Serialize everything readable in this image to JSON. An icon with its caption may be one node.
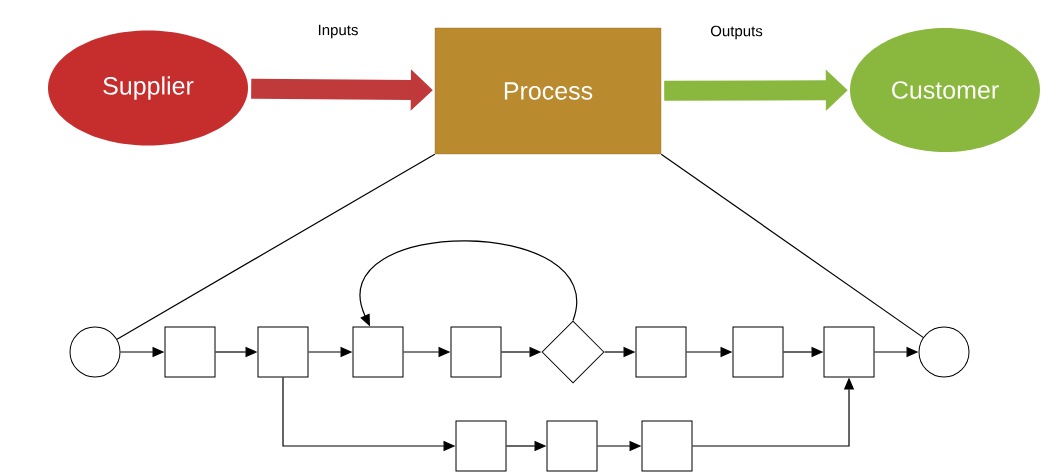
{
  "diagram": {
    "nodes": [
      {
        "text": [
          "Supplier"
        ]
      },
      {
        "text": [
          "Process"
        ]
      },
      {
        "text": [
          "Customer"
        ]
      },
      {
        "text": [],
        "shape": "circle"
      },
      {
        "text": [],
        "shape": "box"
      },
      {
        "text": [],
        "shape": "box"
      },
      {
        "text": [],
        "shape": "box"
      },
      {
        "text": [],
        "shape": "box"
      },
      {
        "text": [],
        "shape": "diamond"
      },
      {
        "text": [],
        "shape": "box"
      },
      {
        "text": [],
        "shape": "box"
      },
      {
        "text": [],
        "shape": "box"
      },
      {
        "text": [],
        "shape": "circle"
      },
      {
        "text": [],
        "shape": "box"
      },
      {
        "text": [],
        "shape": "box"
      },
      {
        "text": [],
        "shape": "box"
      }
    ],
    "edges": [
      {
        "from": 0,
        "to": 1,
        "arrow": "to",
        "label": "Inputs",
        "style": "thick",
        "color": "#c0393b"
      },
      {
        "from": 1,
        "to": 2,
        "arrow": "to",
        "label": "Outputs",
        "style": "thick",
        "color": "#8ab83e"
      },
      {
        "from": 1,
        "to": 3,
        "arrow": "none"
      },
      {
        "from": 1,
        "to": 12,
        "arrow": "none"
      },
      {
        "from": 3,
        "to": 4,
        "arrow": "to"
      },
      {
        "from": 4,
        "to": 5,
        "arrow": "to"
      },
      {
        "from": 5,
        "to": 6,
        "arrow": "to"
      },
      {
        "from": 6,
        "to": 7,
        "arrow": "to"
      },
      {
        "from": 7,
        "to": 8,
        "arrow": "to"
      },
      {
        "from": 8,
        "to": 9,
        "arrow": "to"
      },
      {
        "from": 9,
        "to": 10,
        "arrow": "to"
      },
      {
        "from": 10,
        "to": 11,
        "arrow": "to"
      },
      {
        "from": 11,
        "to": 12,
        "arrow": "to"
      },
      {
        "from": 8,
        "to": 6,
        "arrow": "to"
      },
      {
        "from": 5,
        "to": 13,
        "arrow": "to"
      },
      {
        "from": 13,
        "to": 14,
        "arrow": "to"
      },
      {
        "from": 14,
        "to": 15,
        "arrow": "to"
      },
      {
        "from": 15,
        "to": 11,
        "arrow": "to"
      }
    ]
  }
}
